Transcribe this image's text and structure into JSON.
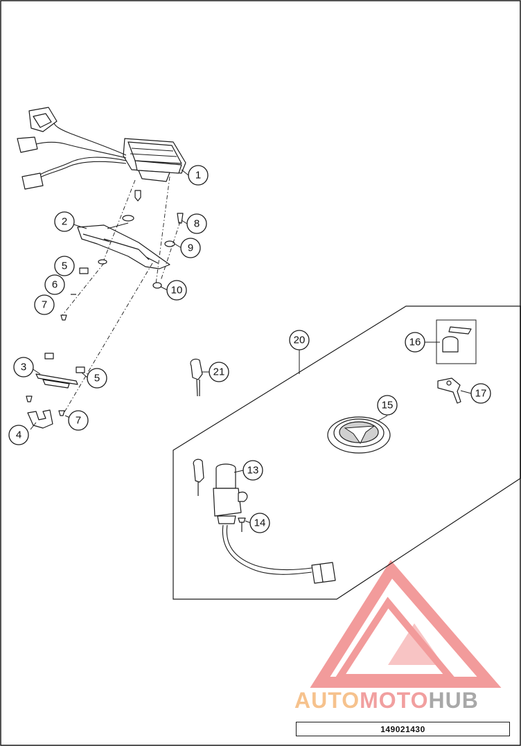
{
  "diagram": {
    "callouts": [
      {
        "id": "1",
        "label": "1"
      },
      {
        "id": "2",
        "label": "2"
      },
      {
        "id": "3",
        "label": "3"
      },
      {
        "id": "4",
        "label": "4"
      },
      {
        "id": "5a",
        "label": "5"
      },
      {
        "id": "5b",
        "label": "5"
      },
      {
        "id": "6",
        "label": "6"
      },
      {
        "id": "7a",
        "label": "7"
      },
      {
        "id": "7b",
        "label": "7"
      },
      {
        "id": "8",
        "label": "8"
      },
      {
        "id": "9",
        "label": "9"
      },
      {
        "id": "10",
        "label": "10"
      },
      {
        "id": "13",
        "label": "13"
      },
      {
        "id": "14",
        "label": "14"
      },
      {
        "id": "15",
        "label": "15"
      },
      {
        "id": "16",
        "label": "16"
      },
      {
        "id": "17",
        "label": "17"
      },
      {
        "id": "20",
        "label": "20"
      },
      {
        "id": "21",
        "label": "21"
      }
    ],
    "document_number": "149021430"
  },
  "watermark": {
    "text_parts": [
      {
        "text": "AUTO",
        "color": "#f5b87a"
      },
      {
        "text": "MOTO",
        "color": "#ef8f8f"
      },
      {
        "text": "HUB",
        "color": "#9a9a9a"
      }
    ],
    "logo_color": "#f08a8a"
  }
}
